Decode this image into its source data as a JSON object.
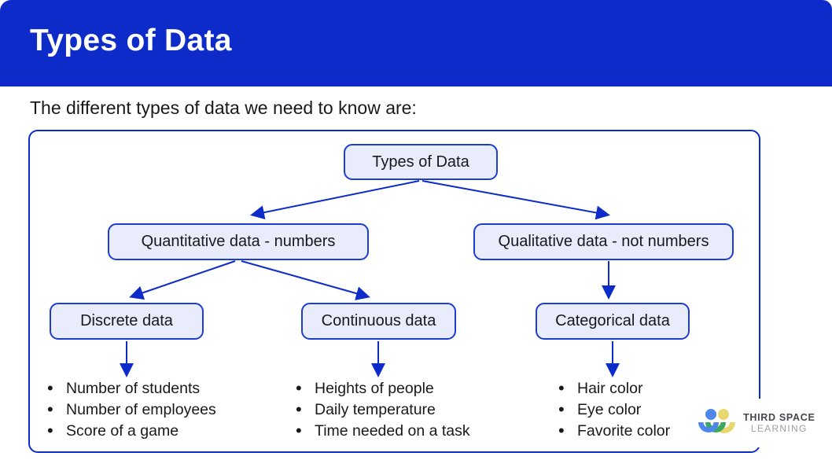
{
  "header": {
    "title": "Types of Data"
  },
  "intro": "The different types of data we need to know are:",
  "tree": {
    "root": {
      "label": "Types of Data"
    },
    "level2": [
      {
        "label": "Quantitative data - numbers"
      },
      {
        "label": "Qualitative data - not numbers"
      }
    ],
    "level3": [
      {
        "label": "Discrete data"
      },
      {
        "label": "Continuous data"
      },
      {
        "label": "Categorical data"
      }
    ],
    "examples": [
      {
        "parent": "Discrete data",
        "items": [
          "Number of students",
          "Number of employees",
          "Score of a game"
        ]
      },
      {
        "parent": "Continuous data",
        "items": [
          "Heights of people",
          "Daily temperature",
          "Time needed on a task"
        ]
      },
      {
        "parent": "Categorical data",
        "items": [
          "Hair color",
          "Eye color",
          "Favorite color"
        ]
      }
    ]
  },
  "logo": {
    "line1": "THIRD SPACE",
    "line2": "LEARNING"
  },
  "colors": {
    "accent": "#0d2bc9",
    "node_fill": "#e9edfb",
    "node_border": "#1c3dd0",
    "logo_blue": "#4f86ec",
    "logo_green": "#3aa662",
    "logo_yellow": "#ead66e",
    "logo_dark": "#43484e",
    "logo_gray": "#9aa0a6"
  }
}
